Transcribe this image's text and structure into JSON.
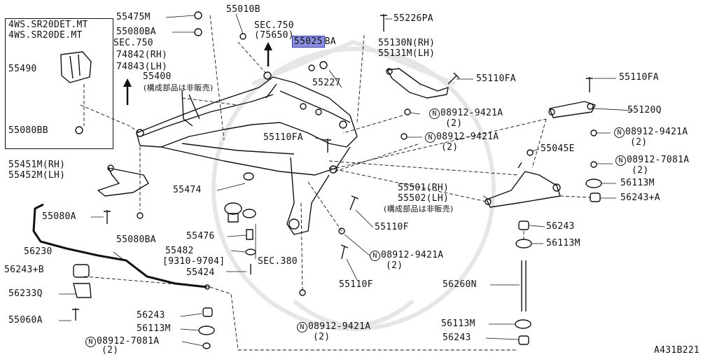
{
  "inset": {
    "line1": "4WS.SR20DET.MT",
    "line2": "4WS.SR20DE.MT",
    "part_top": "55490",
    "part_bottom": "55080BB"
  },
  "labels": {
    "p55475M": "55475M",
    "p55080BA_top": "55080BA",
    "sec750_a": "SEC.750",
    "sec750_a_sub1": "74842(RH)",
    "sec750_a_sub2": "74843(LH)",
    "p55400": "55400",
    "p55400_note": "(構成部品は非販売)",
    "p55010B": "55010B",
    "sec750_b": "SEC.750",
    "sec750_b_sub": "(75650)",
    "p55025BA_hl": "55025",
    "p55025BA_tail": "BA",
    "p55227": "55227",
    "p55226PA": "55226PA",
    "p55130N": "55130N(RH)",
    "p55131M": "55131M(LH)",
    "p55110FA_mid": "55110FA",
    "p55110FA_right": "55110FA",
    "nut1": "08912-9421A",
    "nut1_qty": "(2)",
    "p55120Q": "55120Q",
    "nut2": "08912-9421A",
    "nut2_qty": "(2)",
    "nut3": "08912-9421A",
    "nut3_qty": "(2)",
    "p55110FA_center": "55110FA",
    "p55045E": "55045E",
    "nut4": "08912-7081A",
    "nut4_qty": "(2)",
    "p56113M_r1": "56113M",
    "p56243A": "56243+A",
    "p55451M": "55451M(RH)",
    "p55452M": "55452M(LH)",
    "p55474": "55474",
    "p55501": "55501(RH)",
    "p55502": "55502(LH)",
    "p55502_note": "(構成部品は非販売)",
    "p55080A": "55080A",
    "p55110F_a": "55110F",
    "p56243_r": "56243",
    "p55080BA_bot": "55080BA",
    "p55476": "55476",
    "p56113M_r2": "56113M",
    "p56230": "56230",
    "p55482": "55482",
    "p55482_date": "[9310-9704]",
    "sec380": "SEC.380",
    "nut5": "08912-9421A",
    "nut5_qty": "(2)",
    "p56243B": "56243+B",
    "p55424": "55424",
    "p56233Q": "56233Q",
    "p55110F_b": "55110F",
    "p56260N": "56260N",
    "p55060A": "55060A",
    "p56243_l": "56243",
    "p56113M_l": "56113M",
    "nut6": "08912-9421A",
    "nut6_qty": "(2)",
    "p56113M_r3": "56113M",
    "nut7": "08912-7081A",
    "nut7_qty": "(2)",
    "p56243_r2": "56243",
    "ref": "A431B221"
  },
  "nut_symbol": "N"
}
